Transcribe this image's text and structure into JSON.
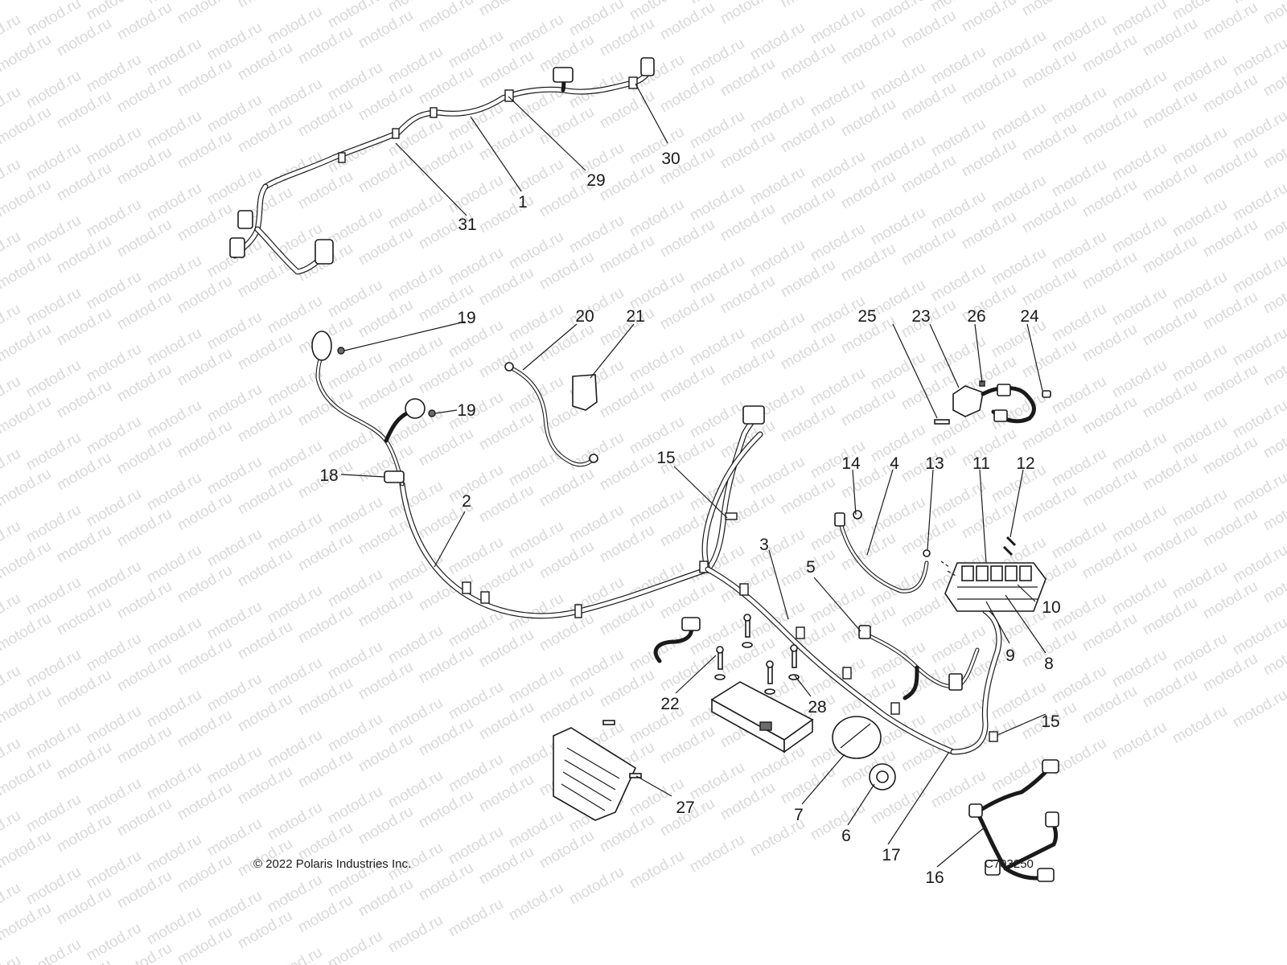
{
  "watermark": "motod.ru",
  "callouts": [
    {
      "id": "1",
      "text": "1"
    },
    {
      "id": "2",
      "text": "2"
    },
    {
      "id": "3",
      "text": "3"
    },
    {
      "id": "4",
      "text": "4"
    },
    {
      "id": "5",
      "text": "5"
    },
    {
      "id": "6",
      "text": "6"
    },
    {
      "id": "7",
      "text": "7"
    },
    {
      "id": "8",
      "text": "8"
    },
    {
      "id": "9",
      "text": "9"
    },
    {
      "id": "10",
      "text": "10"
    },
    {
      "id": "11",
      "text": "11"
    },
    {
      "id": "12",
      "text": "12"
    },
    {
      "id": "13",
      "text": "13"
    },
    {
      "id": "14",
      "text": "14"
    },
    {
      "id": "15a",
      "text": "15"
    },
    {
      "id": "15b",
      "text": "15"
    },
    {
      "id": "16",
      "text": "16"
    },
    {
      "id": "17",
      "text": "17"
    },
    {
      "id": "18",
      "text": "18"
    },
    {
      "id": "19a",
      "text": "19"
    },
    {
      "id": "19b",
      "text": "19"
    },
    {
      "id": "20",
      "text": "20"
    },
    {
      "id": "21",
      "text": "21"
    },
    {
      "id": "22",
      "text": "22"
    },
    {
      "id": "23",
      "text": "23"
    },
    {
      "id": "24",
      "text": "24"
    },
    {
      "id": "25",
      "text": "25"
    },
    {
      "id": "26",
      "text": "26"
    },
    {
      "id": "27",
      "text": "27"
    },
    {
      "id": "28",
      "text": "28"
    },
    {
      "id": "29",
      "text": "29"
    },
    {
      "id": "30",
      "text": "30"
    },
    {
      "id": "31",
      "text": "31"
    }
  ],
  "footer": {
    "copyright": "© 2022 Polaris Industries Inc.",
    "figure_code": "C703250"
  },
  "colors": {
    "ink": "#1a1a1a",
    "watermark": "#d9d9d9",
    "background": "#ffffff"
  }
}
